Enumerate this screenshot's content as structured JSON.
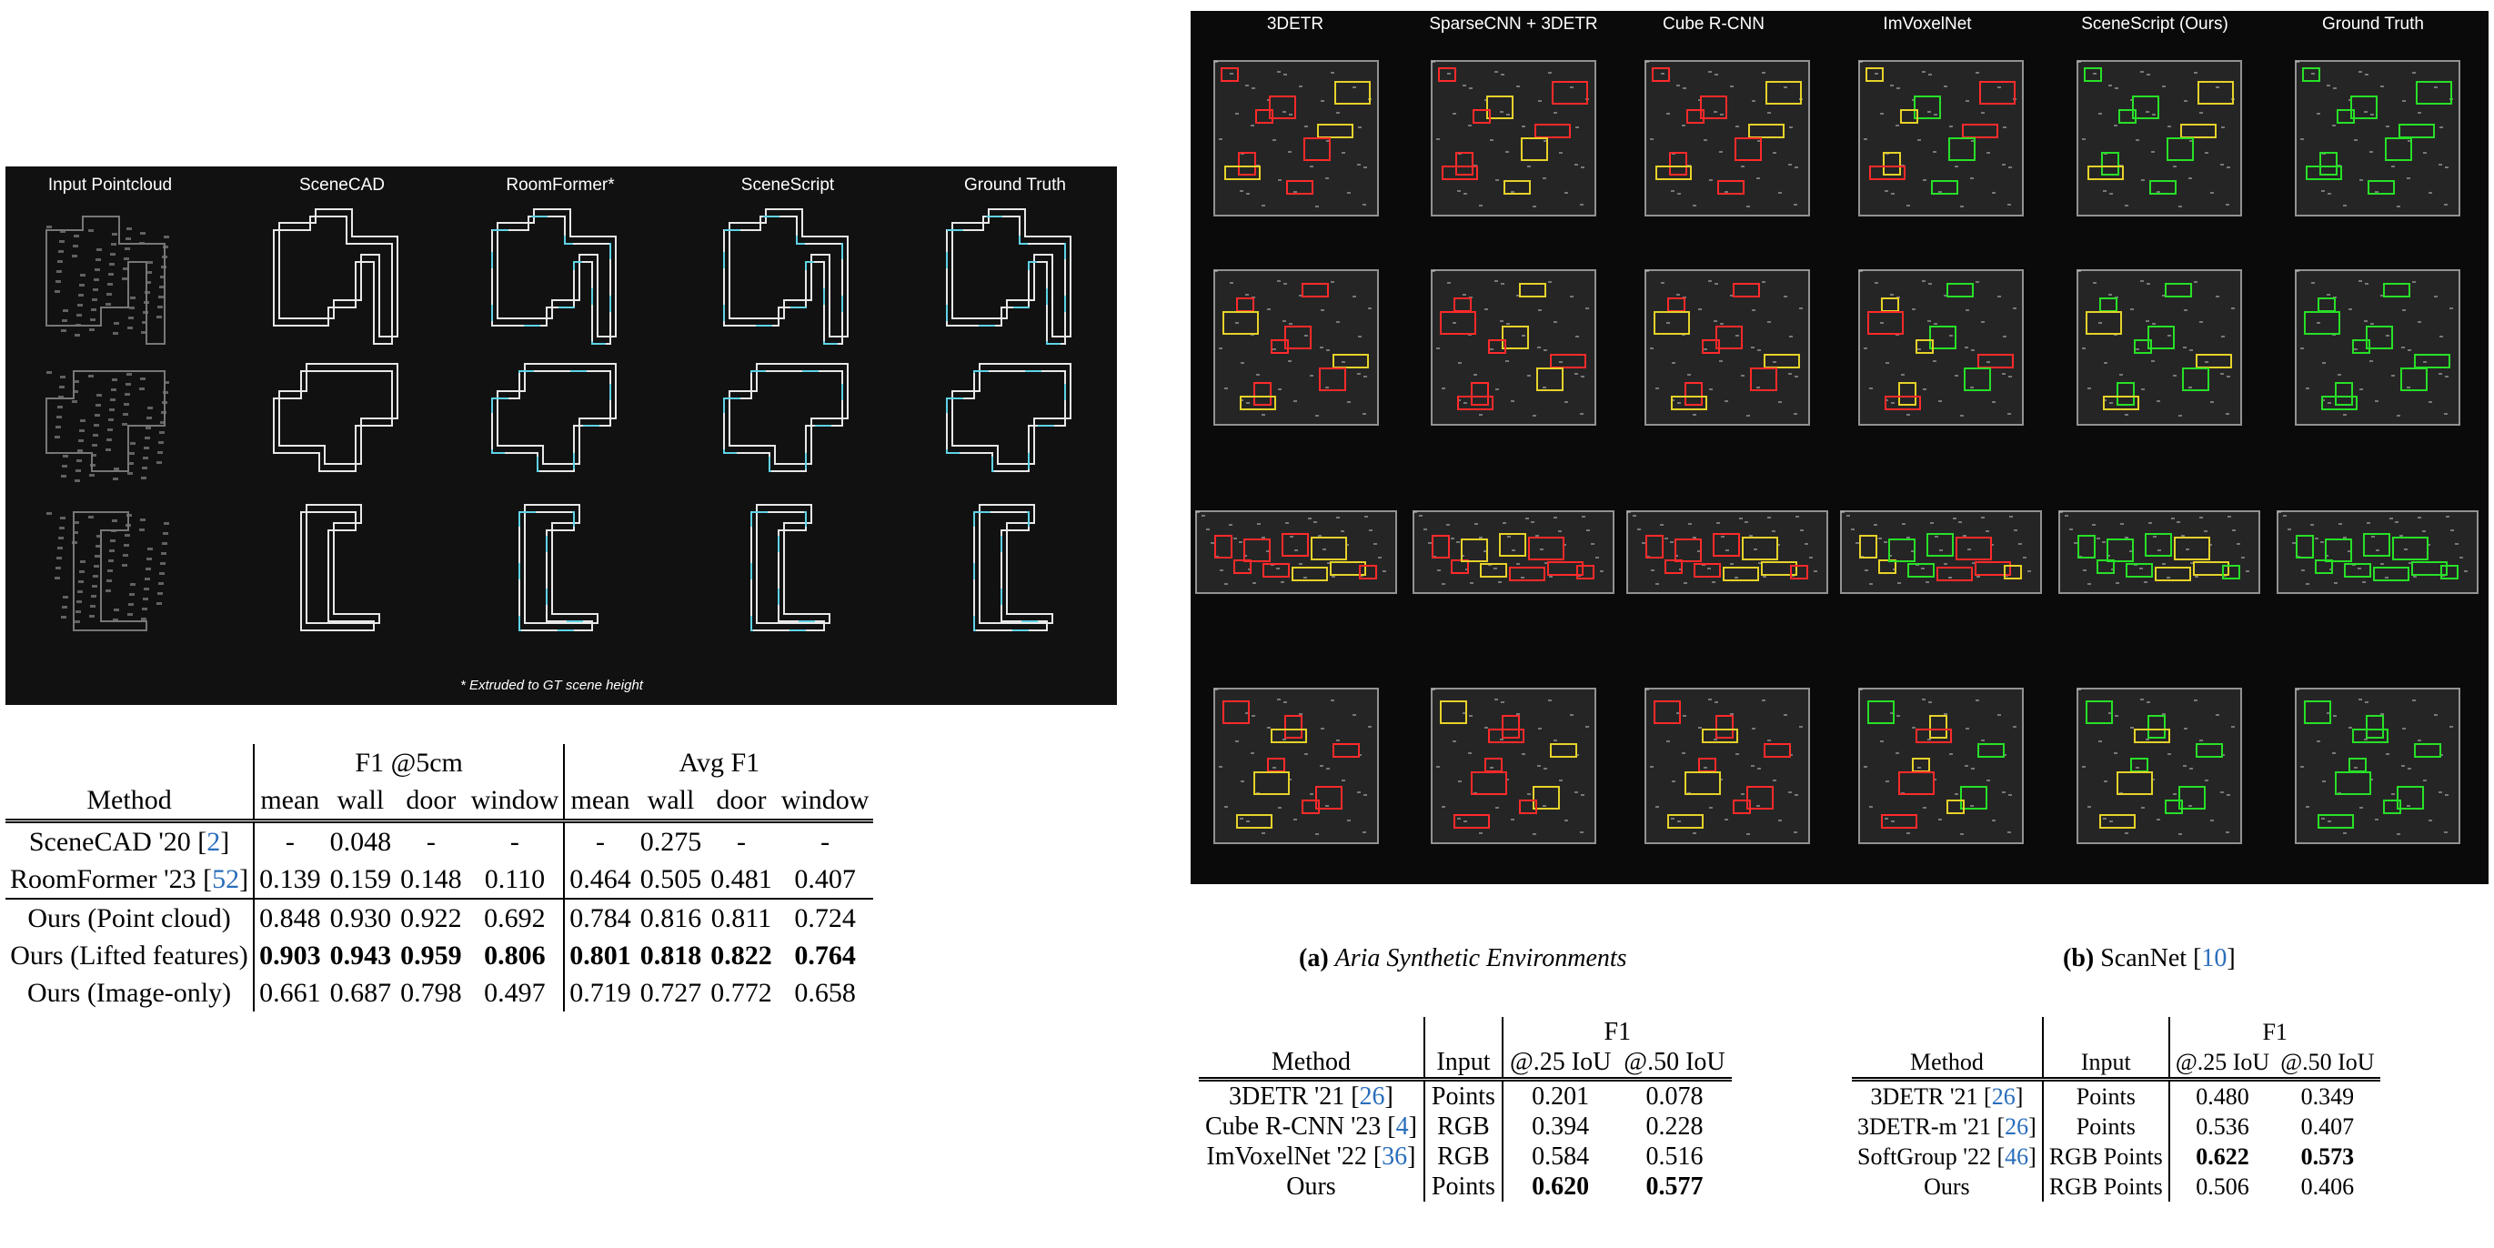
{
  "left_figure": {
    "columns": [
      "Input Pointcloud",
      "SceneCAD",
      "RoomFormer*",
      "SceneScript",
      "Ground Truth"
    ],
    "footnote": "* Extruded to GT scene height"
  },
  "table_floorplan": {
    "col_group1": "F1 @5cm",
    "col_group2": "Avg F1",
    "headers": [
      "Method",
      "mean",
      "wall",
      "door",
      "window",
      "mean",
      "wall",
      "door",
      "window"
    ],
    "rows": [
      {
        "method": "SceneCAD '20",
        "ref": "2",
        "values": [
          "-",
          "0.048",
          "-",
          "-",
          "-",
          "0.275",
          "-",
          "-"
        ],
        "bold": false
      },
      {
        "method": "RoomFormer '23",
        "ref": "52",
        "values": [
          "0.139",
          "0.159",
          "0.148",
          "0.110",
          "0.464",
          "0.505",
          "0.481",
          "0.407"
        ],
        "bold": false
      },
      {
        "method": "Ours (Point cloud)",
        "ref": "",
        "values": [
          "0.848",
          "0.930",
          "0.922",
          "0.692",
          "0.784",
          "0.816",
          "0.811",
          "0.724"
        ],
        "bold": false
      },
      {
        "method": "Ours (Lifted features)",
        "ref": "",
        "values": [
          "0.903",
          "0.943",
          "0.959",
          "0.806",
          "0.801",
          "0.818",
          "0.822",
          "0.764"
        ],
        "bold": true
      },
      {
        "method": "Ours (Image-only)",
        "ref": "",
        "values": [
          "0.661",
          "0.687",
          "0.798",
          "0.497",
          "0.719",
          "0.727",
          "0.772",
          "0.658"
        ],
        "bold": false
      }
    ]
  },
  "right_figure": {
    "columns": [
      "3DETR",
      "SparseCNN + 3DETR",
      "Cube R-CNN",
      "ImVoxelNet",
      "SceneScript (Ours)",
      "Ground Truth"
    ]
  },
  "captions": {
    "a_label": "(a)",
    "a_text": "Aria Synthetic Environments",
    "b_label": "(b)",
    "b_text": "ScanNet",
    "b_ref": "10"
  },
  "table_ase": {
    "group": "F1",
    "headers": [
      "Method",
      "Input",
      "@.25 IoU",
      "@.50 IoU"
    ],
    "rows": [
      {
        "method": "3DETR '21",
        "ref": "26",
        "input": "Points",
        "v25": "0.201",
        "v50": "0.078",
        "bold25": false,
        "bold50": false
      },
      {
        "method": "Cube R-CNN '23",
        "ref": "4",
        "input": "RGB",
        "v25": "0.394",
        "v50": "0.228",
        "bold25": false,
        "bold50": false
      },
      {
        "method": "ImVoxelNet '22",
        "ref": "36",
        "input": "RGB",
        "v25": "0.584",
        "v50": "0.516",
        "bold25": false,
        "bold50": false
      },
      {
        "method": "Ours",
        "ref": "",
        "input": "Points",
        "v25": "0.620",
        "v50": "0.577",
        "bold25": true,
        "bold50": true
      }
    ]
  },
  "table_scannet": {
    "group": "F1",
    "headers": [
      "Method",
      "Input",
      "@.25 IoU",
      "@.50 IoU"
    ],
    "rows": [
      {
        "method": "3DETR '21",
        "ref": "26",
        "input": "Points",
        "v25": "0.480",
        "v50": "0.349",
        "bold25": false,
        "bold50": false
      },
      {
        "method": "3DETR-m '21",
        "ref": "26",
        "input": "Points",
        "v25": "0.536",
        "v50": "0.407",
        "bold25": false,
        "bold50": false
      },
      {
        "method": "SoftGroup '22",
        "ref": "46",
        "input": "RGB Points",
        "v25": "0.622",
        "v50": "0.573",
        "bold25": true,
        "bold50": true
      },
      {
        "method": "Ours",
        "ref": "",
        "input": "RGB Points",
        "v25": "0.506",
        "v50": "0.406",
        "bold25": false,
        "bold50": false
      }
    ]
  },
  "colors": {
    "panel_bg": "#111111",
    "ref_blue": "#2a6ebb",
    "line_white": "#e8e8e8",
    "cyan": "#5fd3e6",
    "red": "#ff2a2a",
    "yellow": "#e6d22a",
    "green": "#28e028"
  }
}
